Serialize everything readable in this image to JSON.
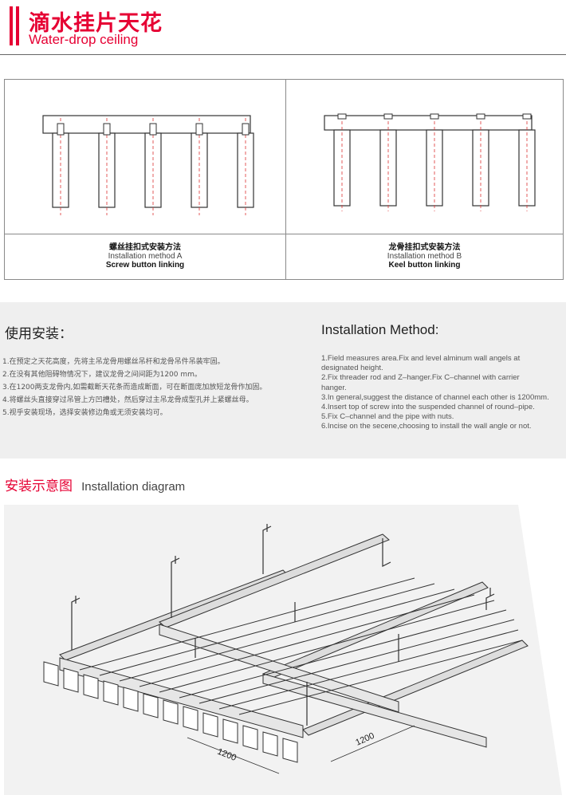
{
  "header": {
    "title_cn": "滴水挂片天花",
    "title_en": "Water-drop ceiling"
  },
  "method_a": {
    "title_cn": "螺丝挂扣式安装方法",
    "title_en": "Installation method A",
    "subtitle": "Screw button linking"
  },
  "method_b": {
    "title_cn": "龙骨挂扣式安装方法",
    "title_en": "Installation method B",
    "subtitle": "Keel button linking"
  },
  "install": {
    "heading_cn": "使用安装：",
    "heading_en": "Installation Method:",
    "steps_cn": [
      "1.在预定之天花高度，先将主吊龙骨用螺丝吊杆和龙骨吊件吊装牢固。",
      "2.在没有其他阻碍物情况下，建议龙骨之间间距为1200 mm。",
      "3.在1200两支龙骨内,如需截断天花条而造成断面，可在断面庞加放短龙骨作加固。",
      "4.将螺丝头直接穿过吊管上方凹槽处，然后穿过主吊龙骨成型孔并上紧螺丝母。",
      "5.视乎安装现场，选择安装修边角或无须安装均可。"
    ],
    "steps_en": [
      "1.Field measures area.Fix and level alminum wall angels at\n   designated height.",
      "2.Fix threader rod and Z–hanger.Fix C–channel with carrier\n   hanger.",
      "3.In general,suggest the distance of channel each other is 1200mm.",
      "4.Insert top of screw into the suspended channel of round–pipe.",
      "5.Fix C–channel and the pipe with nuts.",
      "6.Incise on the secene,choosing to install the wall angle or not."
    ]
  },
  "diagram_section": {
    "title_cn": "安装示意图",
    "title_en": "Installation diagram",
    "dim_left": "1200",
    "dim_right": "1200"
  },
  "colors": {
    "accent": "#e60033",
    "panel_bg": "#efefef",
    "line": "#333333"
  }
}
